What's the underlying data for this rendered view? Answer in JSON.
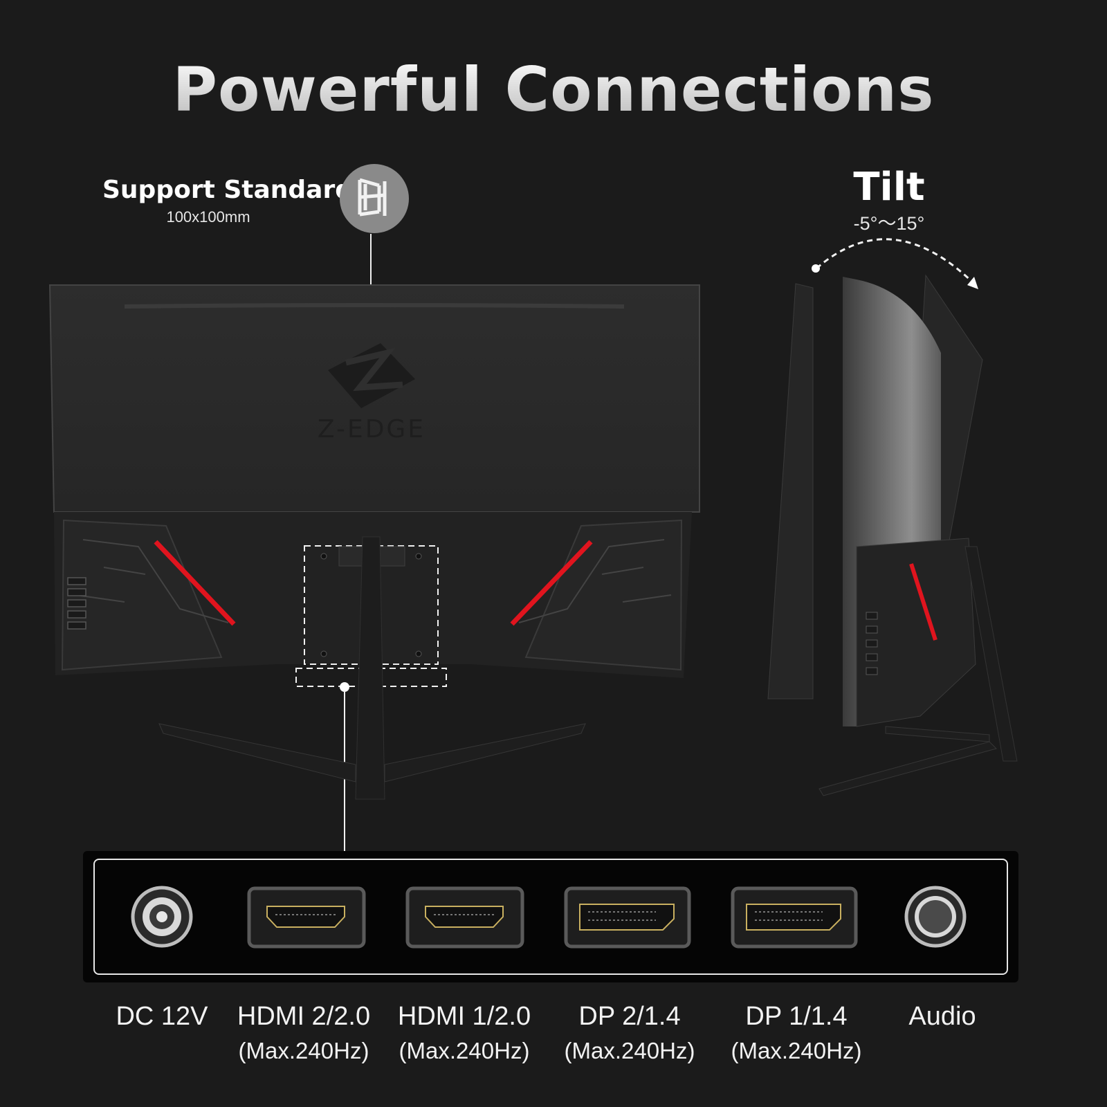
{
  "title": "Powerful Connections",
  "vesa": {
    "heading": "Support Standard",
    "size": "100x100mm",
    "icon": "vesa-mount-icon"
  },
  "tilt": {
    "heading": "Tilt",
    "range": "-5°～15°"
  },
  "brand": {
    "logo_text": "Z-EDGE"
  },
  "ports": [
    {
      "name": "DC 12V",
      "detail": "",
      "icon": "dc-power-jack-icon"
    },
    {
      "name": "HDMI 2/2.0",
      "detail": "(Max.240Hz)",
      "icon": "hdmi-port-icon"
    },
    {
      "name": "HDMI 1/2.0",
      "detail": "(Max.240Hz)",
      "icon": "hdmi-port-icon"
    },
    {
      "name": "DP 2/1.4",
      "detail": "(Max.240Hz)",
      "icon": "displayport-icon"
    },
    {
      "name": "DP 1/1.4",
      "detail": "(Max.240Hz)",
      "icon": "displayport-icon"
    },
    {
      "name": "Audio",
      "detail": "",
      "icon": "audio-jack-icon"
    }
  ],
  "colors": {
    "background": "#1b1b1b",
    "accent_red": "#e0141e",
    "port_gold": "#c9b060"
  }
}
